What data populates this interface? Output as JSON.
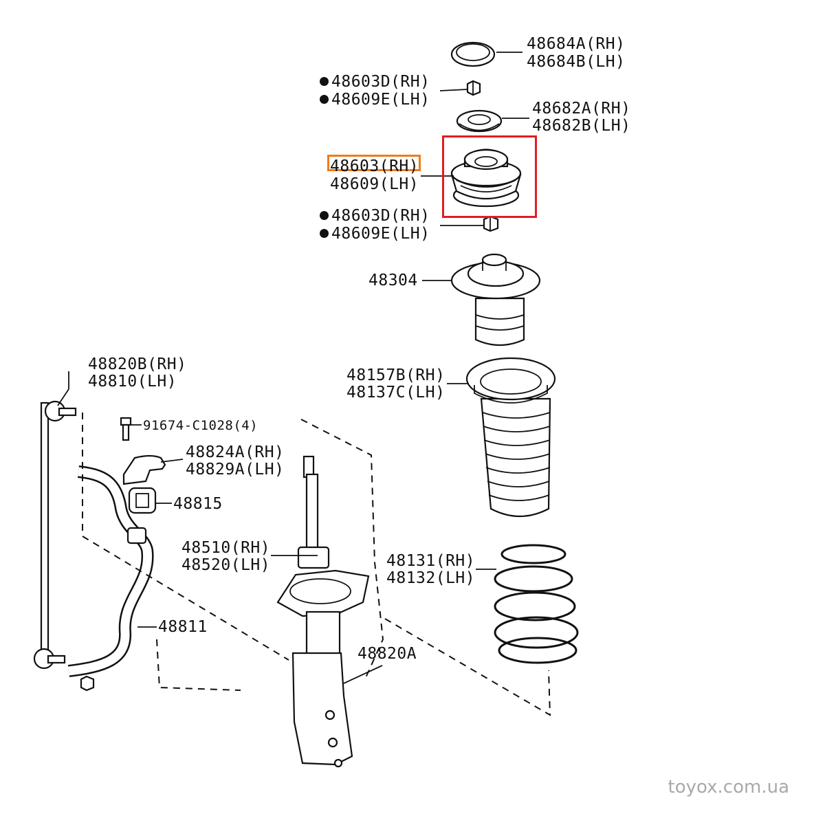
{
  "highlight_colors": {
    "component_box": "#e11d22",
    "part_number": "#f07a1a"
  },
  "labels": {
    "cap_rh": "48684A(RH)",
    "cap_lh": "48684B(LH)",
    "nut_top_rh": "48603D(RH)",
    "nut_top_lh": "48609E(LH)",
    "washer_rh": "48682A(RH)",
    "washer_lh": "48682B(LH)",
    "support_rh": "48603(RH)",
    "support_lh": "48609(LH)",
    "nut_bottom_rh": "48603D(RH)",
    "nut_bottom_lh": "48609E(LH)",
    "bump_stop": "48304",
    "boot_rh": "48157B(RH)",
    "boot_lh": "48137C(LH)",
    "link_rh": "48820B(RH)",
    "link_lh": "48810(LH)",
    "bolt": "91674-C1028(4)",
    "bracket_rh": "48824A(RH)",
    "bracket_lh": "48829A(LH)",
    "bushing": "48815",
    "strut_rh": "48510(RH)",
    "strut_lh": "48520(LH)",
    "spring_rh": "48131(RH)",
    "spring_lh": "48132(LH)",
    "stabilizer_bar": "48811",
    "stabilizer_assy": "48820A"
  },
  "icons": [
    "bullet-dot-icon"
  ],
  "footer": {
    "watermark": "toyox.com.ua"
  }
}
